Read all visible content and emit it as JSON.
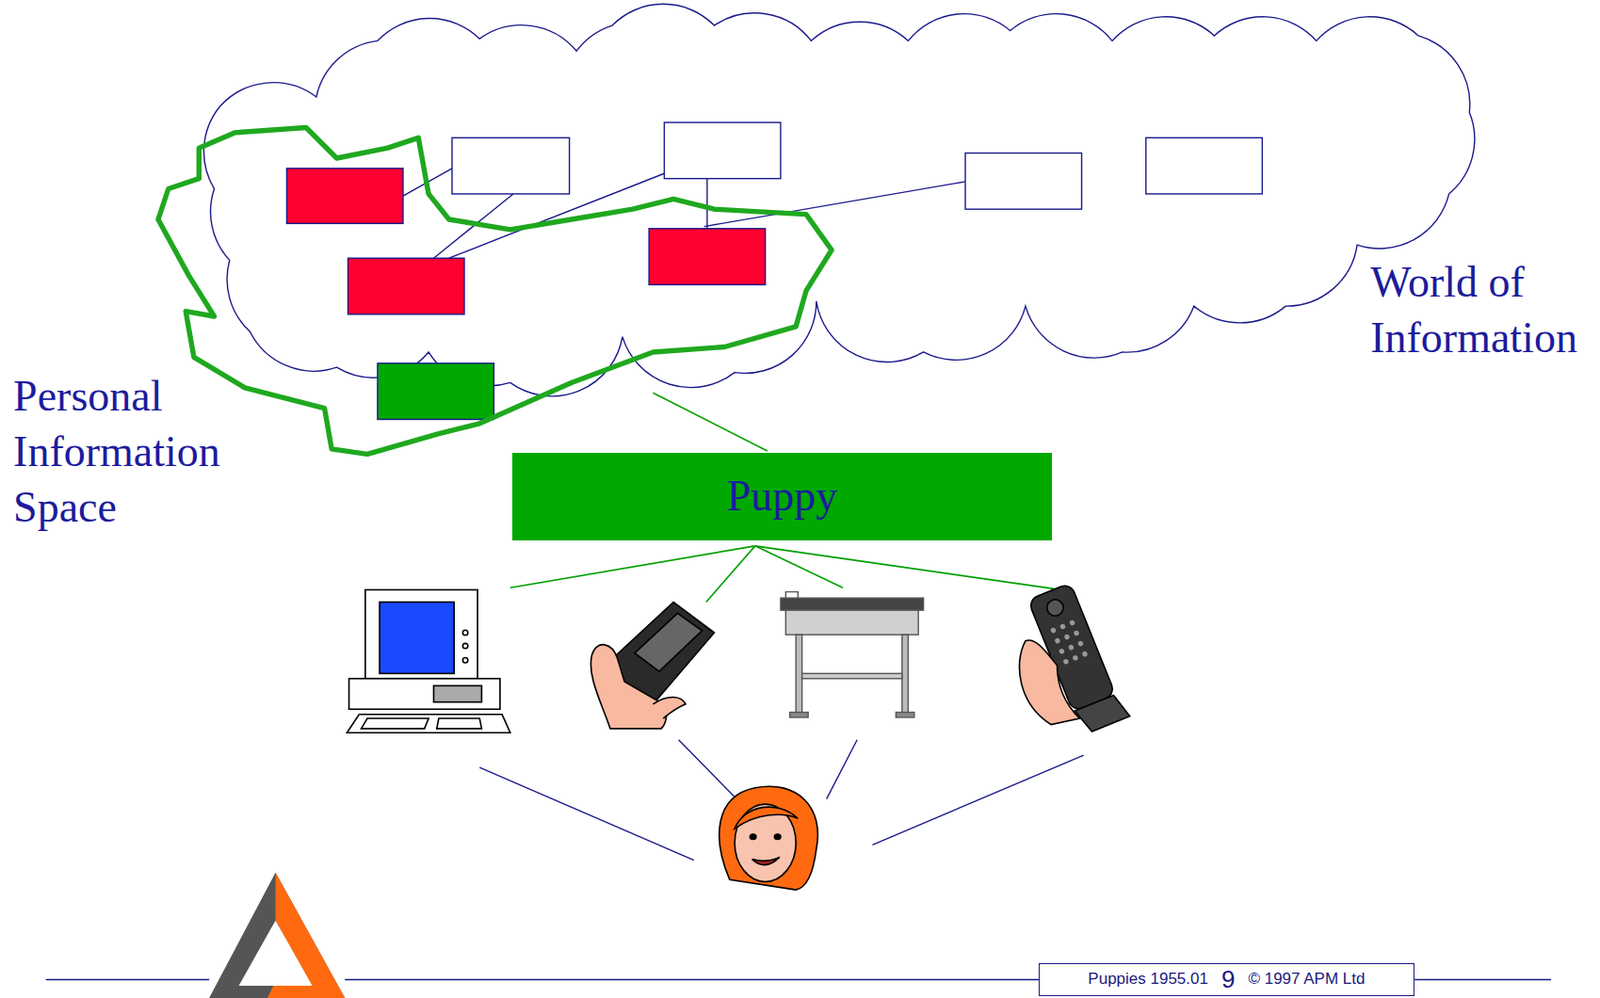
{
  "diagram": {
    "nodes": [
      {
        "text": [
          "Puppy"
        ]
      },
      {
        "text": [
          "Puppies 1955.01",
          "9",
          "© 1997 APM Ltd"
        ]
      }
    ],
    "labels": [
      "World of Information",
      "Personal Information Space"
    ]
  }
}
